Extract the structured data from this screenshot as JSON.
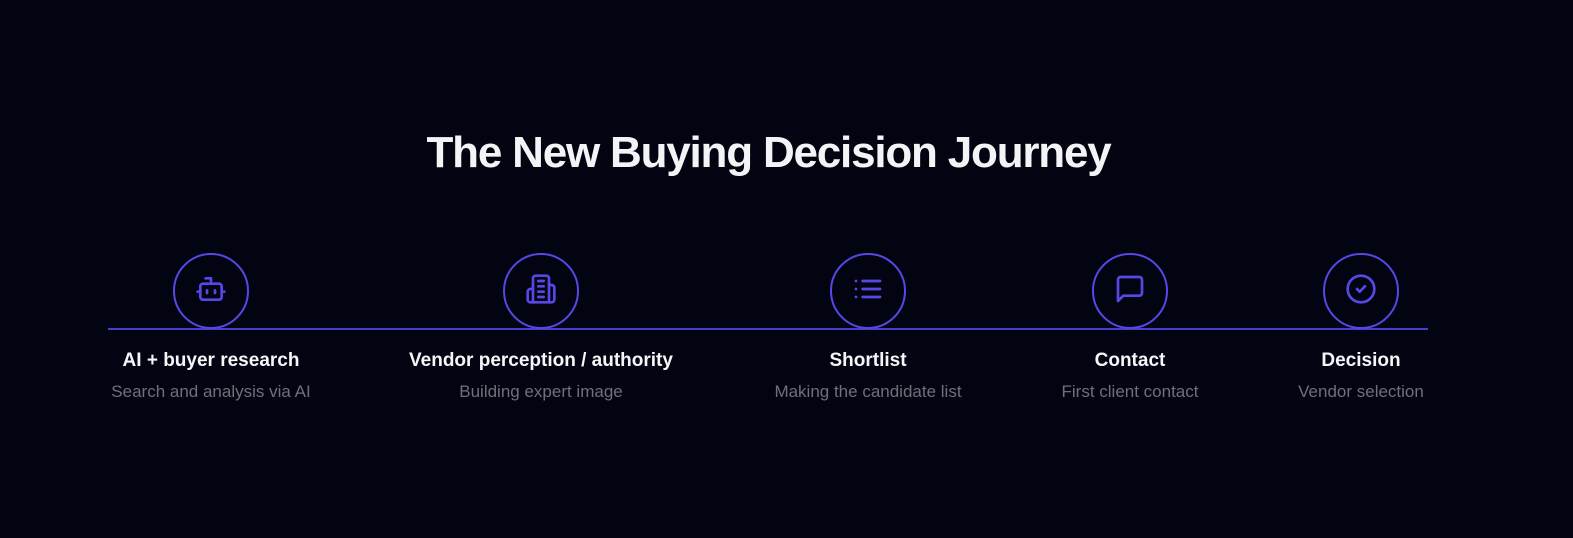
{
  "title": "The New Buying Decision Journey",
  "colors": {
    "background": "#020412",
    "accent": "#5a46e6",
    "title": "#f4f4f6",
    "subtitle": "#6f7178"
  },
  "steps": [
    {
      "icon": "bot-icon",
      "label": "AI + buyer research",
      "description": "Search and analysis via AI"
    },
    {
      "icon": "building-icon",
      "label": "Vendor perception / authority",
      "description": "Building expert image"
    },
    {
      "icon": "list-icon",
      "label": "Shortlist",
      "description": "Making the candidate list"
    },
    {
      "icon": "message-square-icon",
      "label": "Contact",
      "description": "First client contact"
    },
    {
      "icon": "check-circle-icon",
      "label": "Decision",
      "description": "Vendor selection"
    }
  ]
}
